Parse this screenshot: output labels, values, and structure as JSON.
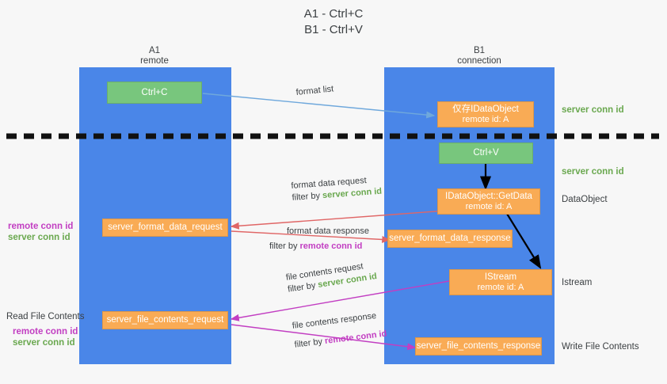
{
  "title": "A1 - Ctrl+C\nB1 - Ctrl+V",
  "columns": [
    {
      "name": "A1",
      "sub": "remote"
    },
    {
      "name": "B1",
      "sub": "connection"
    }
  ],
  "nodes": {
    "ctrl_c": {
      "label": "Ctrl+C",
      "color": "#78c67d"
    },
    "data_object_top": {
      "label": "仅存IDataObject",
      "sub": "remote id: A",
      "color": "#f9ab55"
    },
    "ctrl_v": {
      "label": "Ctrl+V",
      "color": "#78c67d"
    },
    "get_data": {
      "label": "IDataObject::GetData",
      "sub": "remote id: A",
      "color": "#f9ab55"
    },
    "server_format_data_request": {
      "label": "server_format_data_request",
      "color": "#f9ab55"
    },
    "server_format_data_response": {
      "label": "server_format_data_response",
      "color": "#f9ab55"
    },
    "istream": {
      "label": "IStream",
      "sub": "remote id: A",
      "color": "#f9ab55"
    },
    "server_file_contents_request": {
      "label": "server_file_contents_request",
      "color": "#f9ab55"
    },
    "server_file_contents_response": {
      "label": "server_file_contents_response",
      "color": "#f9ab55"
    }
  },
  "edge_labels": {
    "format_list": "format list",
    "format_data_request": "format data request",
    "format_data_request_filter_prefix": "filter by ",
    "format_data_request_filter_tag": "server conn id",
    "format_data_response": "format data response",
    "format_data_response_filter_prefix": "filter by ",
    "format_data_response_filter_tag": "remote conn id",
    "file_contents_request": "file contents request",
    "file_contents_request_filter_prefix": "filter by ",
    "file_contents_request_filter_tag": "server conn id",
    "file_contents_response": "file contents response",
    "file_contents_response_filter_prefix": "filter by ",
    "file_contents_response_filter_tag": "remote conn id"
  },
  "right_labels": {
    "server_conn_id_top": "server conn id",
    "server_conn_id_mid": "server conn id",
    "data_object": "DataObject",
    "istream": "Istream",
    "write_file_contents": "Write File Contents"
  },
  "left_labels": {
    "remote_conn_id_1": "remote conn id",
    "server_conn_id_1": "server conn id",
    "read_file_contents": "Read File Contents",
    "remote_conn_id_2": "remote conn id",
    "server_conn_id_2": "server conn id"
  },
  "colors": {
    "lane": "#4a86e8",
    "orange": "#f9ab55",
    "green_box": "#78c67d",
    "green_text": "#6aa84f",
    "magenta_text": "#c23ec2",
    "arrow_blue": "#6fa8dc",
    "arrow_red": "#e06666",
    "arrow_magenta": "#c23ec2",
    "arrow_black": "#000000",
    "background": "#f7f7f7"
  }
}
